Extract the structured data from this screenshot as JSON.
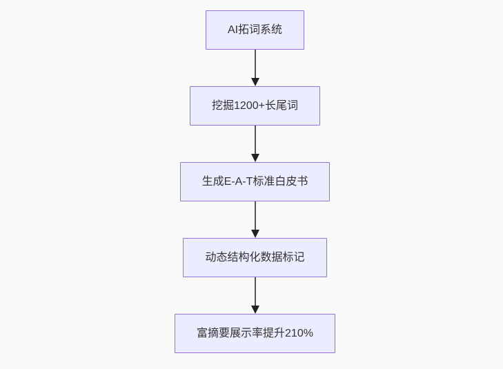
{
  "diagram": {
    "type": "flowchart",
    "direction": "top-down",
    "colors": {
      "background": "#fafafa",
      "node_fill": "#ececff",
      "node_border": "#9370db",
      "node_text": "#333333",
      "edge_line": "#555555",
      "arrowhead": "#222222"
    },
    "nodes": [
      {
        "label": "AI拓词系统"
      },
      {
        "label": "挖掘1200+长尾词"
      },
      {
        "label": "生成E-A-T标准白皮书"
      },
      {
        "label": "动态结构化数据标记"
      },
      {
        "label": "富摘要展示率提升210%"
      }
    ],
    "edges": [
      {
        "from": 0,
        "to": 1
      },
      {
        "from": 1,
        "to": 2
      },
      {
        "from": 2,
        "to": 3
      },
      {
        "from": 3,
        "to": 4
      }
    ]
  }
}
